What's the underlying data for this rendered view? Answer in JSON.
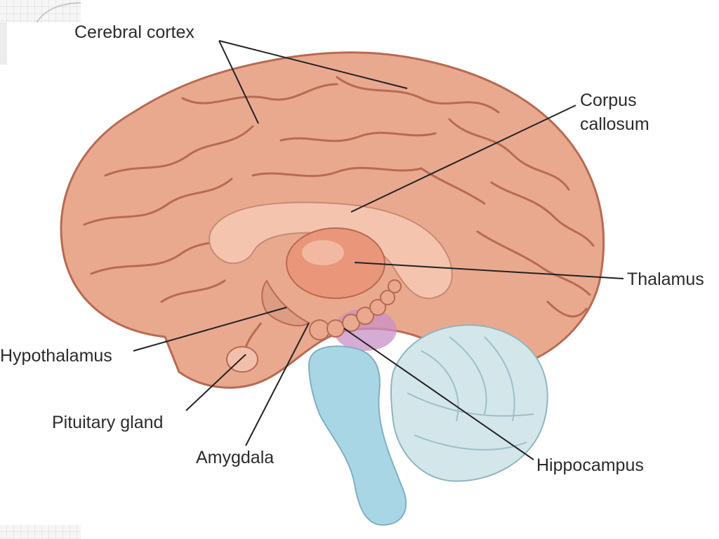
{
  "labels": {
    "cerebral_cortex": "Cerebral cortex",
    "corpus_callosum_line1": "Corpus",
    "corpus_callosum_line2": "callosum",
    "thalamus": "Thalamus",
    "hypothalamus": "Hypothalamus",
    "pituitary_gland": "Pituitary gland",
    "amygdala": "Amygdala",
    "hippocampus": "Hippocampus"
  },
  "colors": {
    "cortex": "#e9a98f",
    "cortex_dark": "#b86a52",
    "corpus_callosum": "#f4c4ae",
    "thalamus": "#e9967a",
    "brainstem": "#a9d6e5",
    "cerebellum": "#d3e6ea",
    "hippocampus_tint": "#c990c6",
    "leader_line": "#222222"
  },
  "icons": [
    "corner-grid-decoration-top-left",
    "corner-grid-decoration-bottom-left",
    "corner-arc-decoration"
  ]
}
